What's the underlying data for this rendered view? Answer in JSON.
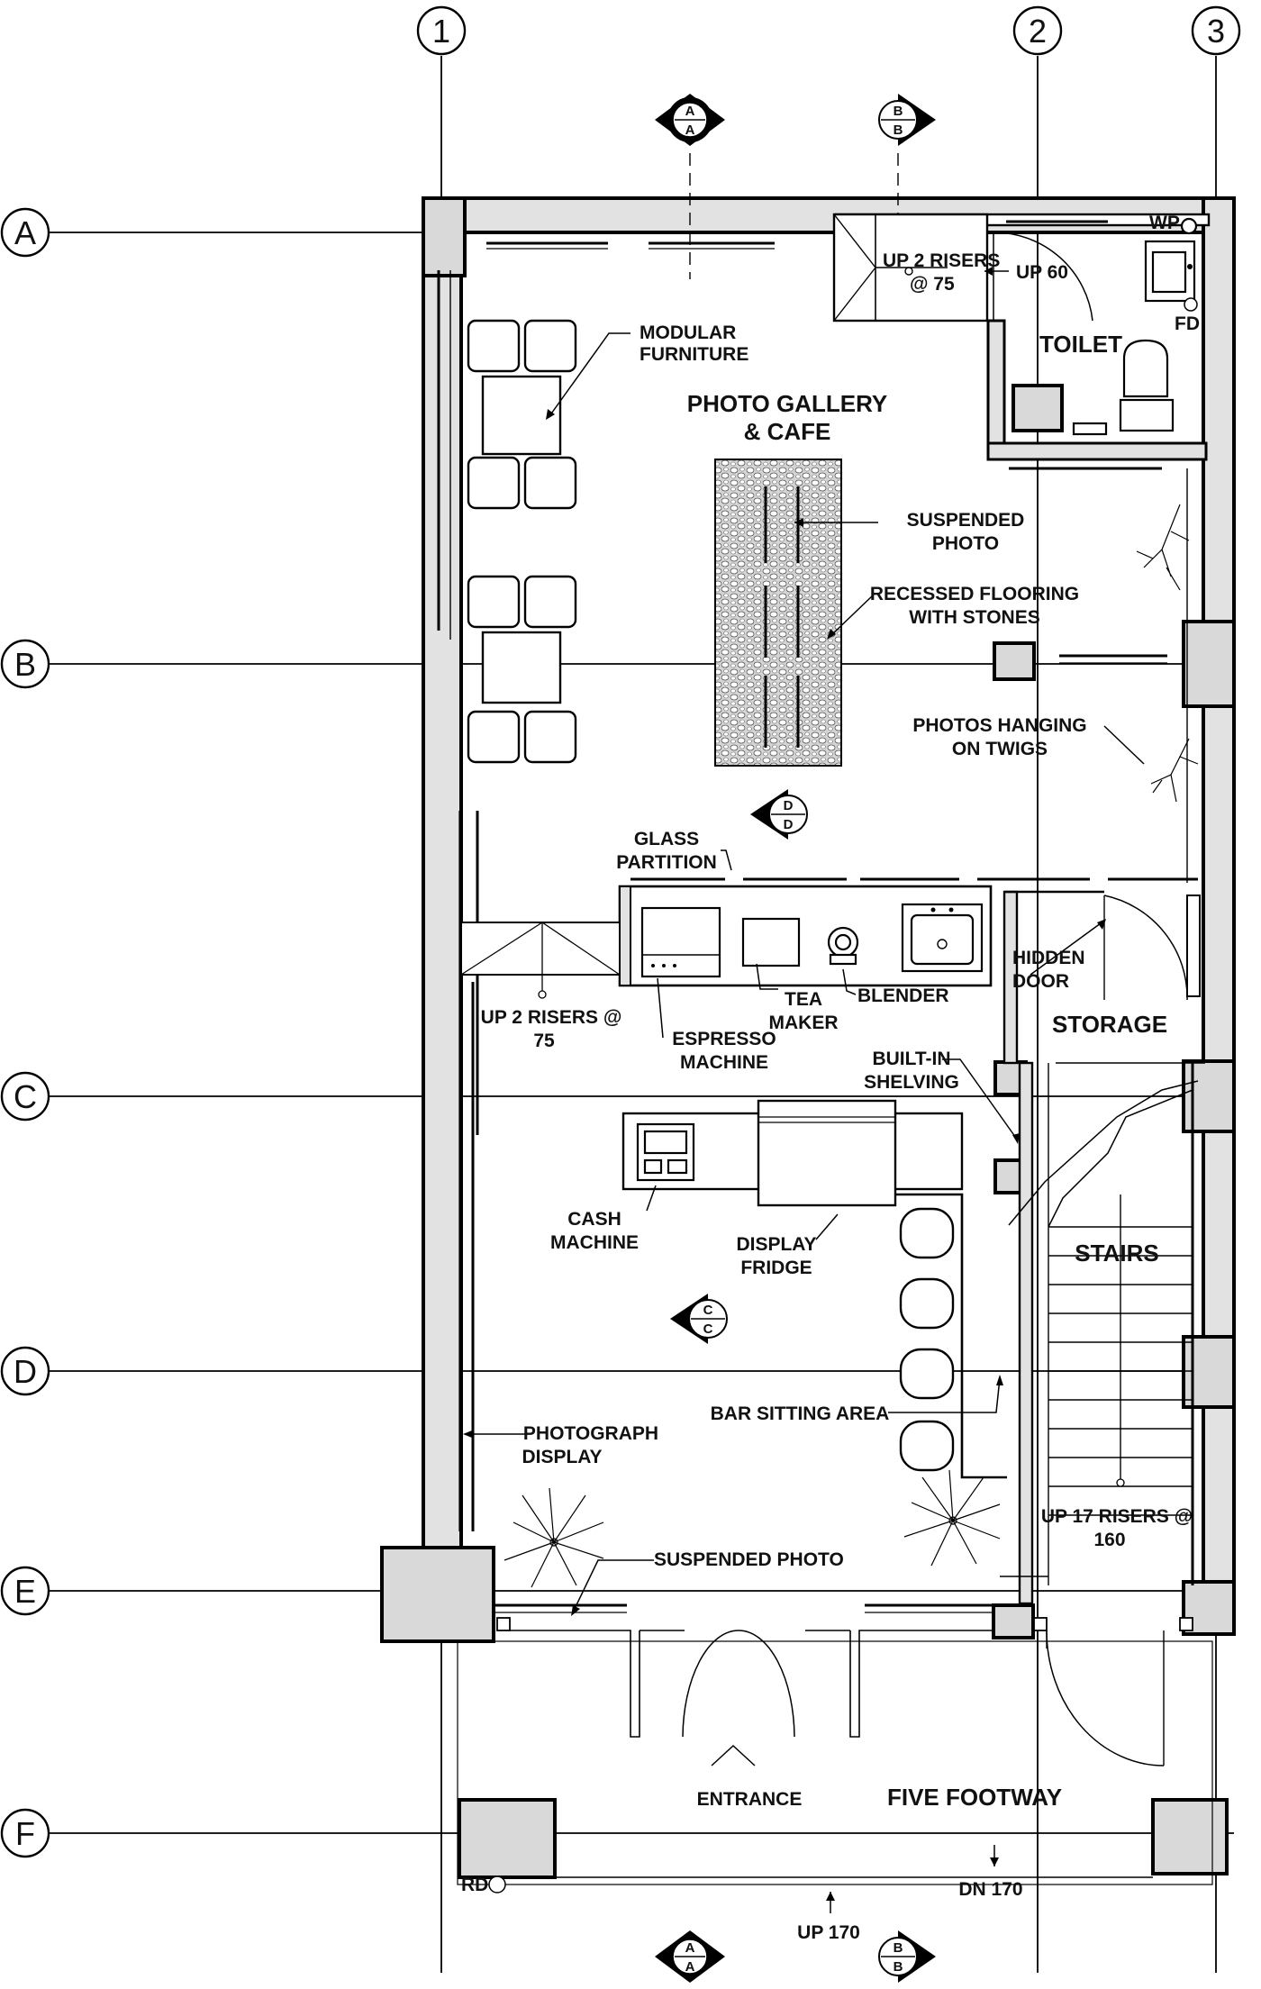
{
  "grid": {
    "columns": [
      "1",
      "2",
      "3"
    ],
    "rows": [
      "A",
      "B",
      "C",
      "D",
      "E",
      "F"
    ]
  },
  "section_markers": {
    "a": "A",
    "b": "B",
    "c": "C",
    "d": "D"
  },
  "rooms": {
    "gallery_line1": "PHOTO GALLERY",
    "gallery_line2": "& CAFE",
    "toilet": "TOILET",
    "storage": "STORAGE",
    "stairs": "STAIRS",
    "five_footway": "FIVE FOOTWAY",
    "entrance": "ENTRANCE"
  },
  "labels": {
    "modular_1": "MODULAR",
    "modular_2": "FURNITURE",
    "up2_top_1": "UP 2 RISERS",
    "up2_top_2": "@ 75",
    "up60": "UP 60",
    "wp": "WP",
    "fd": "FD",
    "suspended_photo_1": "SUSPENDED",
    "suspended_photo_2": "PHOTO",
    "recessed_1": "RECESSED FLOORING",
    "recessed_2": "WITH STONES",
    "photos_twigs_1": "PHOTOS HANGING",
    "photos_twigs_2": "ON TWIGS",
    "glass_1": "GLASS",
    "glass_2": "PARTITION",
    "hidden_1": "HIDDEN",
    "hidden_2": "DOOR",
    "up2_left_1": "UP 2 RISERS @",
    "up2_left_2": "75",
    "tea_1": "TEA",
    "tea_2": "MAKER",
    "blender": "BLENDER",
    "espresso_1": "ESPRESSO",
    "espresso_2": "MACHINE",
    "shelving_1": "BUILT-IN",
    "shelving_2": "SHELVING",
    "cash_1": "CASH",
    "cash_2": "MACHINE",
    "fridge_1": "DISPLAY",
    "fridge_2": "FRIDGE",
    "bar_sitting": "BAR SITTING AREA",
    "photo_display_1": "PHOTOGRAPH",
    "photo_display_2": "DISPLAY",
    "up17_1": "UP 17 RISERS @",
    "up17_2": "160",
    "suspended_photo_bottom": "SUSPENDED PHOTO",
    "rd": "RD",
    "dn170": "DN 170",
    "up170": "UP 170"
  }
}
